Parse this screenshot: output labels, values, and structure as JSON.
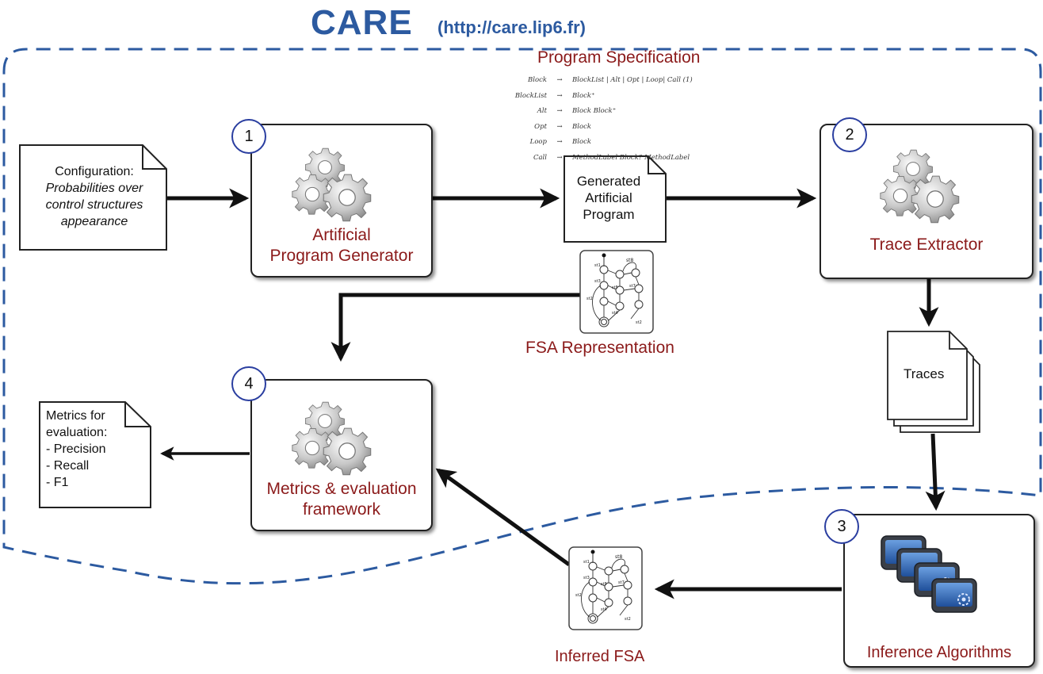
{
  "title": {
    "main": "CARE",
    "url": "(http://care.lip6.fr)"
  },
  "colors": {
    "title_blue": "#2c5aa0",
    "label_red": "#8b1a1a",
    "number_ring": "#2a3ea0"
  },
  "config_note": {
    "line1": "Configuration:",
    "line2": "Probabilities over",
    "line3": "control structures",
    "line4": "appearance"
  },
  "program_spec": {
    "title": "Program Specification",
    "rules": [
      {
        "lhs": "Block",
        "rhs": "BlockList | Alt | Opt | Loop| Call   (1)"
      },
      {
        "lhs": "BlockList",
        "rhs": "Block⁺"
      },
      {
        "lhs": "Alt",
        "rhs": "Block   Block⁺"
      },
      {
        "lhs": "Opt",
        "rhs": "Block"
      },
      {
        "lhs": "Loop",
        "rhs": "Block"
      },
      {
        "lhs": "Call",
        "rhs": "MethodLabel   Block?   MethodLabel"
      }
    ],
    "arrow": "→"
  },
  "steps": {
    "generator": {
      "number": "1",
      "line1": "Artificial",
      "line2": "Program Generator",
      "icon": "gears-icon"
    },
    "extractor": {
      "number": "2",
      "label": "Trace Extractor",
      "icon": "gears-icon"
    },
    "inference": {
      "number": "3",
      "label": "Inference Algorithms",
      "icon": "app-windows-icon"
    },
    "metrics": {
      "number": "4",
      "line1": "Metrics & evaluation",
      "line2": "framework",
      "icon": "gears-icon"
    }
  },
  "generated_program": {
    "line1": "Generated",
    "line2": "Artificial",
    "line3": "Program"
  },
  "fsa_representation": {
    "label": "FSA Representation",
    "icon": "fsa-graph-icon"
  },
  "inferred_fsa": {
    "label": "Inferred FSA",
    "icon": "fsa-graph-icon"
  },
  "traces": {
    "label": "Traces"
  },
  "metrics_note": {
    "line1": "Metrics for",
    "line2": "evaluation:",
    "line3": "- Precision",
    "line4": "- Recall",
    "line5": "- F1"
  }
}
